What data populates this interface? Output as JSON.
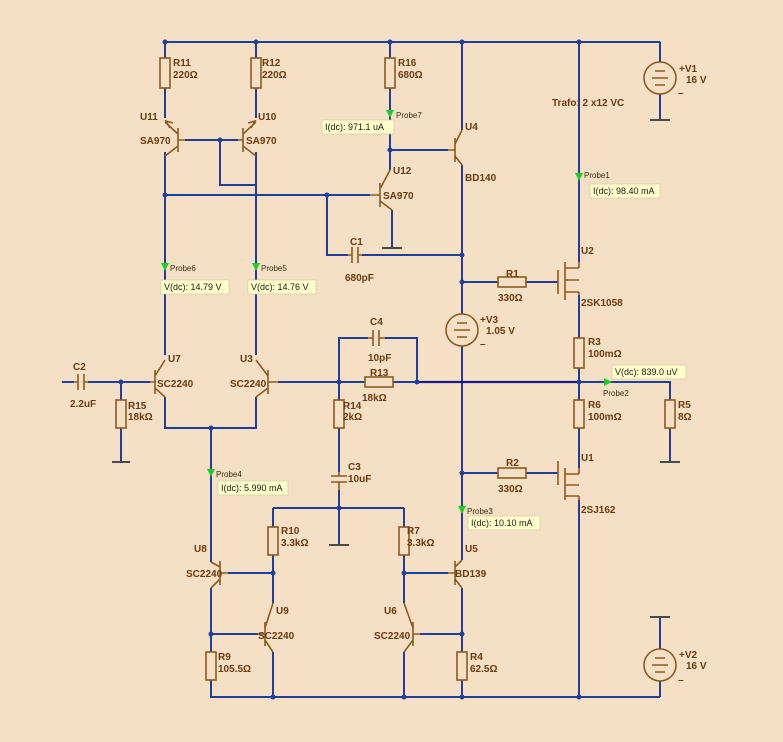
{
  "colors": {
    "background": "#f6e0c5",
    "wire": "#1f3f9a",
    "component": "#8b5a1e",
    "label": "#6b3a0e",
    "probe": "#1ecc2a",
    "readout_bg": "#ffffcc"
  },
  "note": "Trafo: 2 x12 VC",
  "resistors": {
    "R11": {
      "name": "R11",
      "value": "220Ω"
    },
    "R12": {
      "name": "R12",
      "value": "220Ω"
    },
    "R16": {
      "name": "R16",
      "value": "680Ω"
    },
    "R1": {
      "name": "R1",
      "value": "330Ω"
    },
    "R3": {
      "name": "R3",
      "value": "100mΩ"
    },
    "R6": {
      "name": "R6",
      "value": "100mΩ"
    },
    "R5": {
      "name": "R5",
      "value": "8Ω"
    },
    "R2": {
      "name": "R2",
      "value": "330Ω"
    },
    "R13": {
      "name": "R13",
      "value": "18kΩ"
    },
    "R14": {
      "name": "R14",
      "value": "2kΩ"
    },
    "R15": {
      "name": "R15",
      "value": "18kΩ"
    },
    "R10": {
      "name": "R10",
      "value": "3.3kΩ"
    },
    "R7": {
      "name": "R7",
      "value": "3.3kΩ"
    },
    "R9": {
      "name": "R9",
      "value": "105.5Ω"
    },
    "R4": {
      "name": "R4",
      "value": "62.5Ω"
    }
  },
  "capacitors": {
    "C1": {
      "name": "C1",
      "value": "680pF"
    },
    "C2": {
      "name": "C2",
      "value": "2.2uF"
    },
    "C3": {
      "name": "C3",
      "value": "10uF"
    },
    "C4": {
      "name": "C4",
      "value": "10pF"
    }
  },
  "sources": {
    "V1": {
      "name": "+V1",
      "value": "16 V"
    },
    "V2": {
      "name": "+V2",
      "value": "16 V"
    },
    "V3": {
      "name": "+V3",
      "value": "1.05 V"
    }
  },
  "transistors": {
    "U11": {
      "name": "U11",
      "part": "SA970"
    },
    "U10": {
      "name": "U10",
      "part": "SA970"
    },
    "U12": {
      "name": "U12",
      "part": "SA970"
    },
    "U4": {
      "name": "U4",
      "part": "BD140"
    },
    "U7": {
      "name": "U7",
      "part": "SC2240"
    },
    "U3": {
      "name": "U3",
      "part": "SC2240"
    },
    "U8": {
      "name": "U8",
      "part": "SC2240"
    },
    "U9": {
      "name": "U9",
      "part": "SC2240"
    },
    "U6": {
      "name": "U6",
      "part": "SC2240"
    },
    "U5": {
      "name": "U5",
      "part": "BD139"
    },
    "U2": {
      "name": "U2",
      "part": "2SK1058"
    },
    "U1": {
      "name": "U1",
      "part": "2SJ162"
    }
  },
  "probes": {
    "Probe1": {
      "name": "Probe1",
      "reading": "I(dc): 98.40 mA"
    },
    "Probe2": {
      "name": "Probe2",
      "reading": "V(dc): 839.0 uV"
    },
    "Probe3": {
      "name": "Probe3",
      "reading": "I(dc): 10.10 mA"
    },
    "Probe4": {
      "name": "Probe4",
      "reading": "I(dc): 5.990 mA"
    },
    "Probe5": {
      "name": "Probe5",
      "reading": "V(dc): 14.76 V"
    },
    "Probe6": {
      "name": "Probe6",
      "reading": "V(dc): 14.79 V"
    },
    "Probe7": {
      "name": "Probe7",
      "reading": "I(dc): 971.1 uA"
    }
  }
}
